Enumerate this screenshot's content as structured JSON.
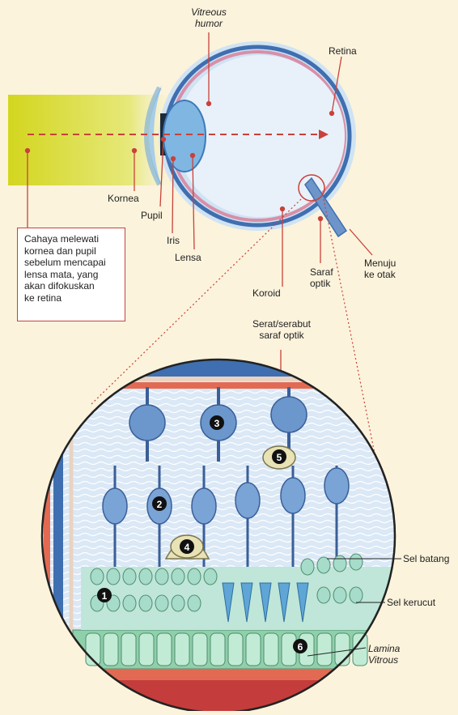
{
  "labels": {
    "vitreous_humor": "Vitreous\nhumor",
    "retina": "Retina",
    "kornea": "Kornea",
    "pupil": "Pupil",
    "iris": "Iris",
    "lensa": "Lensa",
    "koroid": "Koroid",
    "saraf_optik": "Saraf\noptik",
    "menuju_ke_otak": "Menuju\nke otak",
    "serat_saraf_optik": "Serat/serabut\nsaraf optik",
    "sel_batang": "Sel batang",
    "sel_kerucut": "Sel kerucut",
    "lamina_vitrous": "Lamina\nVitrous"
  },
  "caption": "Cahaya melewati\nkornea dan pupil\nsebelum mencapai\nlensa mata, yang\nakan difokuskan\nke retina",
  "markers": [
    "1",
    "2",
    "3",
    "4",
    "5",
    "6"
  ],
  "colors": {
    "background": "#fcf3dc",
    "light_beam": "#d6d92a",
    "accent_red": "#c9413a",
    "vessel_blue": "#3f6fb0",
    "neuron_blue": "#7aa3d6",
    "glial_cream": "#e8e2b4",
    "cell_green": "#9fd3c2"
  }
}
